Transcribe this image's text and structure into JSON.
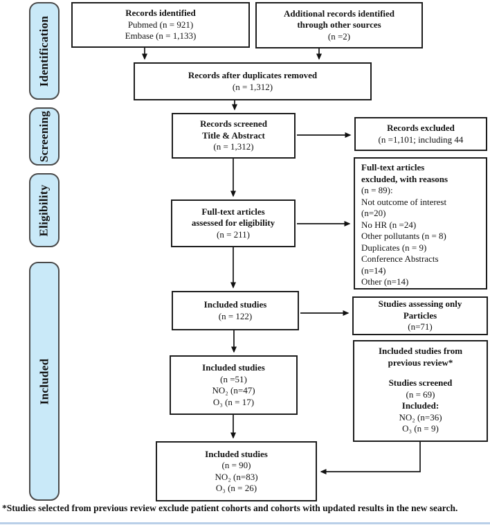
{
  "sidebar": {
    "identification": "Identification",
    "screening": "Screening",
    "eligibility": "Eligibility",
    "included": "Included"
  },
  "boxes": {
    "records_identified": {
      "lines": [
        "Records identified",
        "Pubmed (n = 921)",
        "Embase (n = 1,133)"
      ]
    },
    "additional_records": {
      "lines": [
        "Additional records identified",
        "through other sources",
        "(n =2)"
      ]
    },
    "duplicates_removed": {
      "lines": [
        "Records after duplicates removed",
        "(n = 1,312)"
      ]
    },
    "records_screened": {
      "lines": [
        "Records screened",
        "Title & Abstract",
        "(n = 1,312)"
      ]
    },
    "records_excluded": {
      "lines": [
        "Records excluded",
        "(n =1,101; including 44"
      ]
    },
    "fulltext_excluded": {
      "lines": [
        "Full-text articles",
        "excluded, with reasons",
        "(n = 89):",
        "Not outcome of interest",
        "(n=20)",
        "No HR (n =24)",
        "Other pollutants (n = 8)",
        "Duplicates (n = 9)",
        "Conference Abstracts",
        "(n=14)",
        "Other (n=14)"
      ]
    },
    "fulltext_assessed": {
      "lines": [
        "Full-text articles",
        "assessed for eligibility",
        "(n = 211)"
      ]
    },
    "included_122": {
      "lines": [
        "Included studies",
        "(n = 122)"
      ]
    },
    "particles_only": {
      "lines": [
        "Studies assessing only",
        "Particles",
        "(n=71)"
      ]
    },
    "included_51": {
      "lines": [
        "Included studies",
        "(n =51)",
        "NO₂ (n=47)",
        "O₃ (n = 17)"
      ]
    },
    "previous_review": {
      "lines": [
        "Included studies from",
        "previous review*",
        "Studies screened",
        "(n = 69)",
        "Included:",
        "NO₂ (n=36)",
        "O₃ (n = 9)"
      ]
    },
    "included_90": {
      "lines": [
        "Included studies",
        "(n = 90)",
        "NO₂ (n=83)",
        "O₃ (n = 26)"
      ]
    }
  },
  "footnote": "*Studies selected from previous review exclude patient cohorts and cohorts with updated results in the new search.",
  "colors": {
    "stage_fill": "#c9e9f8",
    "stage_border": "#4a4a4a",
    "box_border": "#1c1c1c",
    "arrow": "#111111",
    "bottom_rule": "#b9cfe8"
  }
}
